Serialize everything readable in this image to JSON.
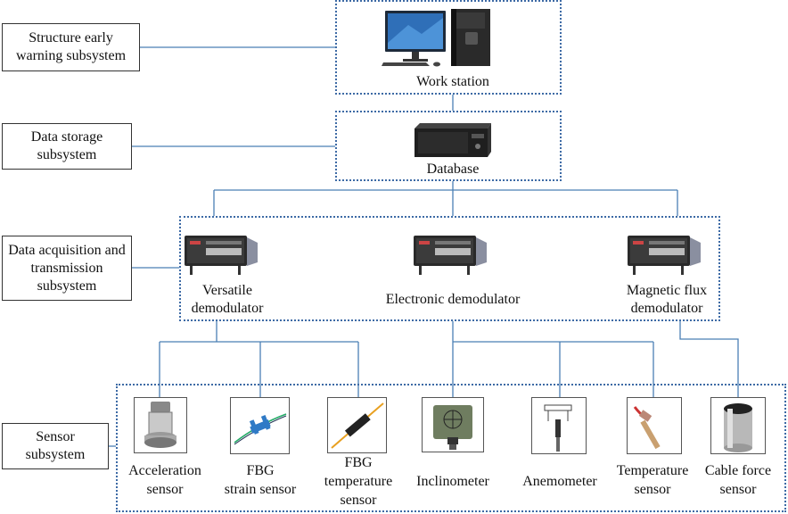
{
  "subsystems": {
    "warning": "Structure early warning subsystem",
    "storage": "Data storage subsystem",
    "acquisition": "Data acquisition and transmission subsystem",
    "sensor": "Sensor subsystem"
  },
  "devices": {
    "workstation": "Work station",
    "database": "Database",
    "versatile_l1": "Versatile",
    "versatile_l2": "demodulator",
    "electronic": "Electronic demodulator",
    "magnetic_l1": "Magnetic flux",
    "magnetic_l2": "demodulator"
  },
  "sensors": {
    "acceleration_l1": "Acceleration",
    "acceleration_l2": "sensor",
    "fbg_strain_l1": "FBG",
    "fbg_strain_l2": "strain sensor",
    "fbg_temp_l1": "FBG",
    "fbg_temp_l2": "temperature",
    "fbg_temp_l3": "sensor",
    "inclinometer": "Inclinometer",
    "anemometer": "Anemometer",
    "temperature_l1": "Temperature",
    "temperature_l2": "sensor",
    "cable_l1": "Cable force",
    "cable_l2": "sensor"
  },
  "colors": {
    "line": "#4a7fb5",
    "dotted_border": "#3d6aa5"
  }
}
